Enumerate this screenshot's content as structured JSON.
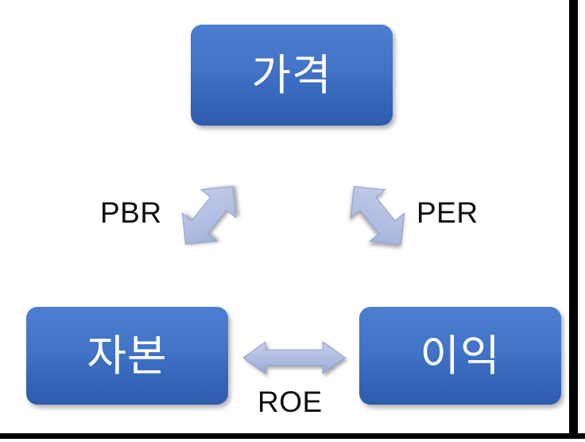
{
  "diagram": {
    "title_text": "",
    "background_color": "#ffffff",
    "frame_color": "#000000",
    "node_fill_top": "#4C7ED1",
    "node_fill_bottom": "#2E5CAD",
    "node_text_color": "#FFFFFF",
    "arrow_fill_light": "#C3CCE6",
    "arrow_fill_dark": "#9FB0D8",
    "label_text_color": "#0D0D0D",
    "nodes": [
      {
        "id": "price",
        "label": "가격"
      },
      {
        "id": "capital",
        "label": "자본"
      },
      {
        "id": "profit",
        "label": "이익"
      }
    ],
    "edges": [
      {
        "id": "pbr",
        "label": "PBR",
        "from": "capital",
        "to": "price",
        "icon": "double-headed-arrow-diagonal-up-right"
      },
      {
        "id": "per",
        "label": "PER",
        "from": "profit",
        "to": "price",
        "icon": "double-headed-arrow-diagonal-up-left"
      },
      {
        "id": "roe",
        "label": "ROE",
        "from": "capital",
        "to": "profit",
        "icon": "double-headed-arrow-horizontal"
      }
    ]
  }
}
